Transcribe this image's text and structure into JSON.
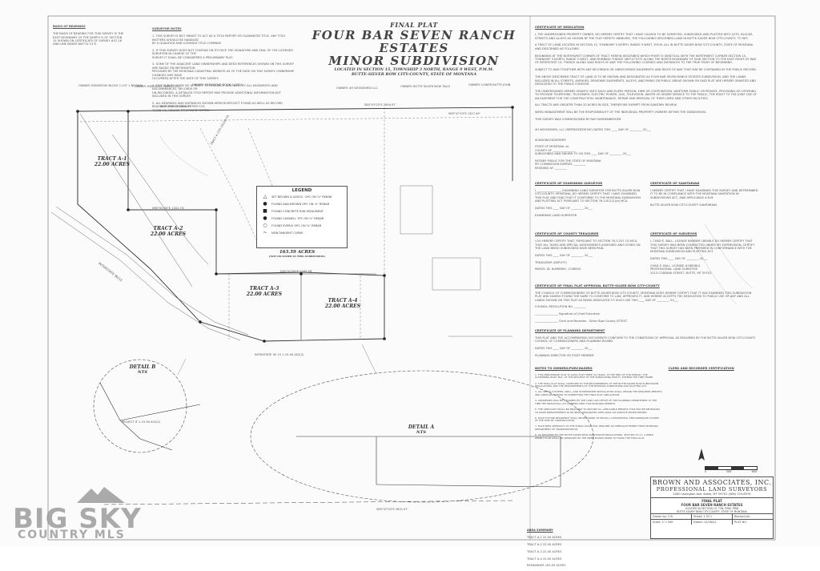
{
  "title": {
    "line1": "FINAL PLAT",
    "line2": "FOUR BAR SEVEN RANCH ESTATES",
    "line3": "MINOR SUBDIVISION",
    "line4": "LOCATED IN SECTION 15, TOWNSHIP 3 NORTH, RANGE 9 WEST, P.M.M.",
    "line5": "BUTTE-SILVER BOW CITY-COUNTY, STATE OF MONTANA"
  },
  "notes_left": {
    "heading": "BASIS OF BEARINGS",
    "body": "THE BASIS OF BEARING FOR THIS SURVEY IS THE\nEAST BOUNDARY OF THE NORTH ½ OF SECTION\n15 SHOWN ON CERTIFICATE OF SURVEY #07-16\nAND LINE BEARS N00°21'21\"E"
  },
  "notes_mid": {
    "heading": "SURVEYOR NOTES",
    "body": "1. THIS SURVEY IS NOT MEANT TO ACT AS A TITLE REPORT OR GUARANTEE TITLE. ANY TITLE MATTERS SHOULD BE HANDLED\nBY A QUALIFIED AND LICENSED TITLE COMPANY.\n\n2. IF THIS SURVEY DOES NOT CONTAIN ON ITS FACE THE SIGNATURE AND SEAL OF THE LICENSED SURVEYOR IN CHARGE OF THE\nSURVEY IT SHALL BE CONSIDERED A PRELIMINARY PLAT.\n\n3. SOME OF THE ADJACENT LAND OWNERSHIPS AND DEED REFERENCES SHOWN ON THIS SURVEY ARE BASED ON INFORMATION\nPROVIDED BY THE MONTANA CADASTRAL WEBSITE AS OF THE DATE ON THIS SURVEY. OWNERSHIP CHANGES MAY HAVE\nOCCURRED AFTER THE DATE OF THIS SURVEY.\n\n4. THIS SURVEY MADE NO ATTEMPT TO RESEARCH AND IDENTIFY ALL EASEMENTS AND ENCUMBRANCES. RECORDS OR\nUN-RECORDED. A DETAILED TITLE REPORT MAY PROVIDE ADDITIONAL INFORMATION NOT INCLUDED IN THIS SURVEY.\n\n5. ALL BEARINGS AND DISTANCES SHOWN HEREON REFLECT FOUND AS WELL AS RECORD BEARINGS AND DISTANCES PER COS\n7202B-H1, UNLESS OTHERWISE NOTED."
  },
  "legend": {
    "title": "LEGEND",
    "items": [
      {
        "symbol": "△",
        "text": "SET BROWN & ASSOC. OPC ON ⅝\" REBAR"
      },
      {
        "symbol": "●",
        "text": "FOUND DAN BROWN OPC ON ⅝\" REBAR"
      },
      {
        "symbol": "■",
        "text": "FOUND CONCRETE R/W MONUMENT"
      },
      {
        "symbol": "●",
        "text": "FOUND CASWELL YPC ON ⅝\" REBAR"
      },
      {
        "symbol": "○",
        "text": "FOUND EVERLY OPC ON ⅝\" REBAR"
      },
      {
        "symbol": "~",
        "text": "NON-TANGENT CURVE"
      }
    ]
  },
  "tracts": {
    "a1": {
      "name": "TRACT A-1",
      "area": "22.00 ACRES"
    },
    "a2": {
      "name": "TRACT A-2",
      "area": "22.00 ACRES"
    },
    "a3": {
      "name": "TRACT A-3",
      "area": "22.00 ACRES"
    },
    "a4": {
      "name": "TRACT A-4",
      "area": "22.00 ACRES"
    },
    "remainder": {
      "name": "REMAINDER",
      "area": "163.59 ACRES",
      "note": "(NOT INCLUDED IN THIS SUBDIVISION)"
    },
    "tract_a": "TRACT A\nCOS 1022B-H1"
  },
  "details": {
    "b": {
      "name": "DETAIL B",
      "scale": "NTS"
    },
    "a": {
      "name": "DETAIL A",
      "scale": "NTS"
    }
  },
  "bearings": {
    "top1": "S89°47'03\"E  2631.97'",
    "top2": "S89°47'03\"E  2654.97'",
    "top3": "S89°47'03\"E  1327.49'",
    "mid1": "N90°00'00\"E  1322.74'",
    "mid2": "N90°00'00\"E  2163.58'",
    "bottom": "S89°47'03\"E  2631.97'"
  },
  "right_col": {
    "cert_dedication_hd": "CERTIFICATE OF DEDICATION",
    "cert_dedication": "I, THE UNDERSIGNED PROPERTY OWNER, DO HEREBY CERTIFY THAT I HAVE CAUSED TO BE SURVEYED, SUBDIVIDED AND PLATTED INTO LOTS, BLOCKS, STREETS AND ALLEYS AS SHOWN BY THE PLAT HERETO ANNEXED, THE FOLLOWING DESCRIBED LAND IN BUTTE-SILVER BOW CITY-COUNTY, TO WIT:\n\nA TRACT OF LAND LOCATED IN SECTION 15, TOWNSHIP 3 NORTH, RANGE 9 WEST, P.M.M. ALL IN BUTTE-SILVER BOW CITY-COUNTY, STATE OF MONTANA AND DESCRIBED AS FOLLOWS:\n\nBEGINNING AT THE NORTHWEST CORNER OF TRACT HEREIN DESCRIBED WHICH POINT IS IDENTICAL WITH THE NORTHWEST CORNER SECTION 15, TOWNSHIP 3 NORTH, RANGE 9 WEST, AND RUNNING THENCE S89°47'03\"E ALONG THE NORTH BOUNDARY OF SAID SECTION TO THE EAST RIGHT-OF-WAY OF INTERSTATE 15; THENCE ALONG SAID RIGHT-OF-WAY THE FOLLOWING COURSES AND DISTANCES TO THE TRUE POINT OF BEGINNING.\n\nSUBJECT TO AND TOGETHER WITH ANY RECORDED OR UNRECORDED EASEMENTS AND RIGHT-OF-WAY THAT MAY BE CONTAINED IN THE PUBLIC RECORD.\n\nTHE ABOVE DESCRIBED TRACT OF LAND IS TO BE KNOWN AND DESIGNATED AS FOUR BAR SEVEN RANCH ESTATES SUBDIVISION, AND THE LANDS INCLUDED IN ALL STREETS, AVENUES, DRIVEWAY EASEMENTS, ALLEYS, AND PARKS OR PUBLIC AREAS SHOWN ON SAID PLAT ARE HEREBY GRANTED AND DEDICATED TO THE PUBLIC FOREVER.\n\nTHE UNDERSIGNED HEREBY GRANTS UNTO EACH AND EVERY PERSON, FIRM OR CORPORATION, WHETHER PUBLIC OR PRIVATE, PROVIDING OR OFFERING TO PROVIDE TELEPHONE, TELEGRAPH, ELECTRIC POWER, GAS, TELEVISION, WATER OR SEWER SERVICE TO THE PUBLIC, THE RIGHT TO THE JOINT USE OF AN EASEMENT FOR THE CONSTRUCTION, MAINTENANCE, REPAIR AND REMOVAL OF THEIR LINES AND OTHER FACILITIES.\n\nALL TRACTS ARE GREATER THAN 20 ACRES IN SIZE, THEREFORE EXEMPT FROM SANITARY REVIEW.\n\nWEED MANAGEMENT WILL BE THE RESPONSIBILITY OF THE INDIVIDUAL PROPERTY OWNERS WITHIN THE SUBDIVISION.\n\nTHIS SURVEY WAS COMMISSIONED BY RAY HARDENBERGER",
    "owner_line": "4H WOODSHED, LLC (REPRESENTATIVE)            DATED THIS ____ DAY OF ________, 20___",
    "ack": "ACKNOWLEDGEMENT:\n\nSTATE OF MONTANA                 :ss\nCOUNTY OF ________________\nSUBSCRIBED AND SWORN TO ON THIS ____ DAY OF ________, 20___\n\nNOTARY PUBLIC FOR THE STATE OF MONTANA\nMY COMMISSION EXPIRES: ________\nRESIDING AT: ________",
    "cert_exam_hd": "CERTIFICATE OF EXAMINING SURVEYOR",
    "cert_exam": "I, ________________, EXAMINING LAND SURVEYOR FOR BUTTE-SILVER BOW CITY-COUNTY, MONTANA, DO HEREBY CERTIFY THAT I HAVE EXAMINED THIS PLAT AND FIND THAT IT CONFORMS TO THE MONTANA SUBDIVISION AND PLATTING ACT PURSUANT TO SECTION 76-3-611(2)(a) MCA.\n\nDATED THIS ____ DAY OF ________, 20___\n\nEXAMINING LAND SURVEYOR",
    "cert_sanitarian_hd": "CERTIFICATE OF SANITARIAN",
    "cert_sanitarian": "I HEREBY CERTIFY THAT I HAVE EXAMINED THIS SURVEY AND DETERMINED IT TO BE IN COMPLIANCE WITH THE MONTANA SANITATION IN SUBDIVISIONS ACT, AND APPLICABLE A.R.M.\n\nBUTTE-SILVER BOW CITY-COUNTY SANITARIAN",
    "cert_treasurer_hd": "CERTIFICATE OF COUNTY TREASURER",
    "cert_treasurer": "I DO HEREBY CERTIFY THAT, PURSUANT TO SECTION 76-3-207 (3) MCA, THAT ALL TAXES AND SPECIAL ASSESSMENTS ASSESSED AND LEVIED ON THE LAND BEING SUBDIVIDED HAVE BEEN PAID.\n\nDATED THIS ____ DAY OF ________, 20___\n\nTREASURER (DEPUTY)\n\nPARCEL ID. NUMBERS: 1746000",
    "cert_surveyor_hd": "CERTIFICATE OF SURVEYOR",
    "cert_surveyor": "I, CHAD E. BALL, LICENSE NUMBER 18858LS DO HEREBY CERTIFY THAT THIS SURVEY WAS BEEN CONDUCTED UNDER MY SUPERVISION, CERTIFY THAT THIS SURVEY HAS BEEN PREPARED IN CONFORMANCE WITH THE MONTANA SUBDIVISION AND PLATTING ACT.\n\nDATED THIS ____ DAY OF ________, 20___\n\nCHAD E. BALL, LICENSE #18858LS\nPROFESSIONAL LAND SURVEYOR\n2013 CODDINA STREET, BUTTE, MT 59701",
    "cert_council_hd": "CERTIFICATE OF FINAL PLAT APPROVAL BUTTE-SILVER BOW CITY-COUNTY",
    "cert_council": "THE COUNCIL OF COMMISSIONERS OF BUTTE-SILVER BOW CITY-COUNTY, MONTANA DOES HEREBY CERTIFY THAT IT HAS EXAMINED THIS SUBDIVISION PLAT AND HAVING FOUND THE SAME TO CONFORM TO LAW, APPROVES IT, AND HEREBY ACCEPTS THE DEDICATION TO PUBLIC USE OF ANY AND ALL LANDS SHOWN ON THIS PLAT AS BEING DEDICATED TO SUCH USE THIS ____ DAY OF ________, 20___\n\nCOUNCIL RESOLUTION NO. ________\n\n________________ Signature of Chief Executive\n\n________________ Clerk and Recorder - Silver Bow County ATTEST",
    "cert_planning_hd": "CERTIFICATE OF PLANNING DEPARTMENT",
    "cert_planning": "THIS PLAT AND THE ACCOMPANYING DOCUMENTS CONFORM TO THE CONDITIONS OF APPROVAL AS REQUIRED BY THE BUTTE-SILVER BOW CITY-COUNTY COUNCIL OF COMMISSIONERS AND PLANNING BOARD.\n\nDATED THIS ____ DAY OF ________, 20___\n\nPLANNING DIRECTOR OR STAFF MEMBER",
    "notes_hd": "NOTES TO OWNERS/PURCHASERS",
    "notes": "1. THIS PRELIMINARY PLAT IS GOOD FOR THREE (3) YEARS. AT THE END OF THIS PERIOD, THE GOVERNING BODY MAY, AT THE REQUEST OF THE SUBDIVIDING ENTITY, EXTEND THE TIME FRAME.\n\n2. THE FINAL PLAT SHALL CONFORM TO THE REQUIREMENTS OF THE BUTTE-SILVER BOW SUBDIVISION REGULATIONS AND THE REQUIREMENTS OF THE MONTANA SUBDIVISION AND PLATTING ACT.\n\n3. ALL SEPTIC SYSTEMS, WELL, AND STORMWATER INSTALLATION SHALL OBTAIN THE REQUIRED PERMITS AND APPROVALS PRIOR TO SUBMITTING THE FINAL PLAT APPLICATION.\n\n4. ADDRESSES WILL BE ASSIGNED BY THE LAND USE OFFICE OF THE PLANNING DEPARTMENT AT THE TIME THE INDIVIDUAL LOT OWNERS APPLY FOR BUILDING PERMITS.\n\n5. THE APPLICANT SHALL BE REQUIRED TO SECURE ALL APPLICABLE PERMITS THAT MAY BE NECESSARY TO MAKE IMPROVEMENTS IN OR NEAR DESIGNATED WETLANDS OR SURFACE WATER BODIES.\n\n6. EACH FUTURE RESIDENCE SHALL BE REQUIRED TO INSTALL A RESIDENTIAL FIRE SPRINKLER SYSTEM AT THE TIME OF CONSTRUCTION.\n\n7. EACH NEW APPROACH TO THE PUBLIC ROAD WILL REQUIRE AN APPROACH PERMIT FROM MONTANA DEPARTMENT OF TRANSPORTATION.\n\n8. AS REQUIRED BY THE BUTTE-SILVER BOW SUBDIVISION REGULATIONS, SECTION 13-11, A WEED PERMIT PLAN SHALL BE APPROVED BY THE WEED BOARD PRIOR TO FILING THE FINAL PLAT.",
    "clerk_hd": "CLERK AND RECORDER CERTIFICATION"
  },
  "title_block": {
    "company": "BROWN AND ASSOCIATES, INC.",
    "sub": "PROFESSIONAL LAND SURVEYORS",
    "addr": "2000 Lexington Ave.    Butte, MT 59701  (406) 723-6574",
    "proj1": "FINAL PLAT",
    "proj2": "FOUR BAR SEVEN RANCH ESTATES",
    "proj3": "LOCATED IN SECTION 15, T3N, R9W, PMM",
    "proj4": "BUTTE-SILVER BOW CITY-COUNTY, STATE OF MONTANA",
    "drawn": "Drawn by: C.B.",
    "sheet": "Sheet: 1 Of 1",
    "revised": "Revised on:",
    "scale": "Scale: 1\"=300'",
    "dated": "Dated: 12/16/22",
    "plat": "PLAT NO."
  },
  "scale_bar": {
    "labels": [
      "0",
      "300'",
      "600'"
    ]
  },
  "area_table": {
    "heading": "AREA SUMMARY",
    "rows": [
      "TRACT A-1   22.00 ACRES",
      "TRACT A-2   22.00 ACRES",
      "TRACT A-3   22.00 ACRES",
      "TRACT A-4   22.00 ACRES",
      "REMAINDER   163.59 ACRES"
    ]
  },
  "adjacent_owners": [
    "OWNER: REDGROVE\nBLOCK 1 LOT 1 NEVADA",
    "OWNER: RED WOLF\nRANCH LLC",
    "OWNER: REDGROVE\nBOOK 1 LOT 2",
    "OWNER: 4H\nWOODSHED LLC",
    "OWNER: BUTTE SILVER\nBOW TALLY",
    "OWNER: LOWER\nBUTTE JOHN"
  ],
  "misc_labels": {
    "interstate": "INTERSTATE 90/15",
    "interstate2": "INTERSTATE 90 15\n1-15-90-402(2)",
    "project": "PROJECT IF\n1-15-90-402(2)"
  },
  "watermark": {
    "big": "BIG SKY",
    "small": "COUNTRY MLS"
  }
}
